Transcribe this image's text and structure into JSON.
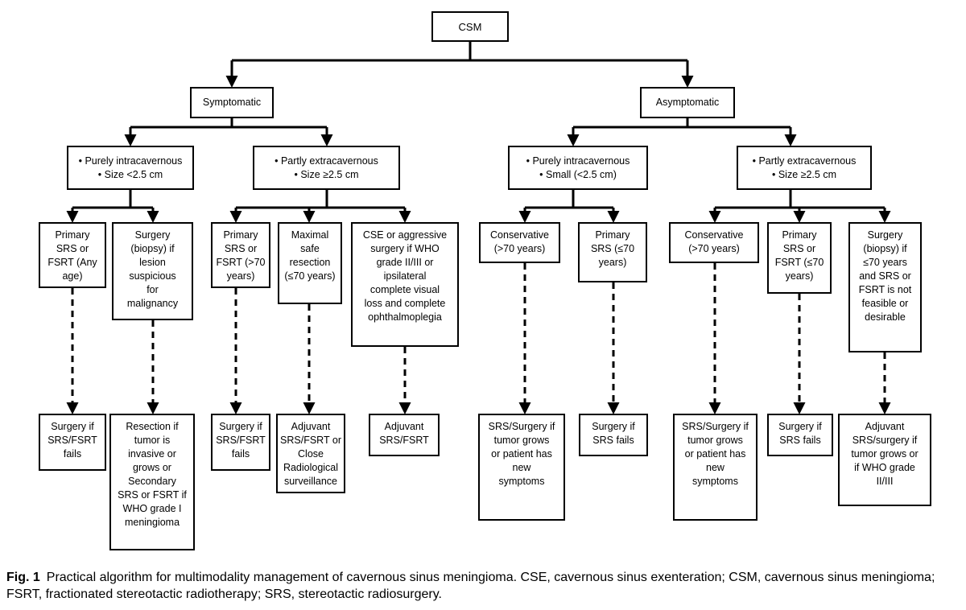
{
  "nodes": {
    "root": {
      "lines": [
        "CSM"
      ]
    },
    "symptomatic": {
      "lines": [
        "Symptomatic"
      ]
    },
    "asymptomatic": {
      "lines": [
        "Asymptomatic"
      ]
    },
    "s_intra": {
      "lines": [
        "• Purely intracavernous",
        "• Size <2.5 cm"
      ]
    },
    "s_extra": {
      "lines": [
        "• Partly extracavernous",
        "• Size ≥2.5 cm"
      ]
    },
    "a_intra": {
      "lines": [
        "• Purely intracavernous",
        "• Small (<2.5 cm)"
      ]
    },
    "a_extra": {
      "lines": [
        "• Partly extracavernous",
        "• Size ≥2.5 cm"
      ]
    },
    "t1": {
      "lines": [
        "Primary",
        "SRS or",
        "FSRT (Any",
        "age)"
      ]
    },
    "t2": {
      "lines": [
        "Surgery",
        "(biopsy) if",
        "lesion",
        "suspicious",
        "for",
        "malignancy"
      ]
    },
    "t3": {
      "lines": [
        "Primary",
        "SRS or",
        "FSRT (>70",
        "years)"
      ]
    },
    "t4": {
      "lines": [
        "Maximal",
        "safe",
        "resection",
        "(≤70 years)"
      ]
    },
    "t5": {
      "lines": [
        "CSE or aggressive",
        "surgery if WHO",
        "grade II/III or",
        "ipsilateral",
        "complete visual",
        "loss and complete",
        "ophthalmoplegia"
      ]
    },
    "t6": {
      "lines": [
        "Conservative",
        "(>70 years)"
      ]
    },
    "t7": {
      "lines": [
        "Primary",
        "SRS (≤70",
        "years)"
      ]
    },
    "t8": {
      "lines": [
        "Conservative",
        "(>70 years)"
      ]
    },
    "t9": {
      "lines": [
        "Primary",
        "SRS or",
        "FSRT (≤70",
        "years)"
      ]
    },
    "t10": {
      "lines": [
        "Surgery",
        "(biopsy) if",
        "≤70 years",
        "and SRS or",
        "FSRT is not",
        "feasible or",
        "desirable"
      ]
    },
    "o1": {
      "lines": [
        "Surgery if",
        "SRS/FSRT",
        "fails"
      ]
    },
    "o2": {
      "lines": [
        "Resection if",
        "tumor is",
        "invasive or",
        "grows or",
        "Secondary",
        "SRS or FSRT if",
        "WHO grade I",
        "meningioma"
      ]
    },
    "o3": {
      "lines": [
        "Surgery if",
        "SRS/FSRT",
        "fails"
      ]
    },
    "o4": {
      "lines": [
        "Adjuvant",
        "SRS/FSRT or",
        "Close",
        "Radiological",
        "surveillance"
      ]
    },
    "o5": {
      "lines": [
        "Adjuvant",
        "SRS/FSRT"
      ]
    },
    "o6": {
      "lines": [
        "SRS/Surgery if",
        "tumor grows",
        "or patient has",
        "new",
        "symptoms"
      ]
    },
    "o7": {
      "lines": [
        "Surgery if",
        "SRS fails"
      ]
    },
    "o8": {
      "lines": [
        "SRS/Surgery if",
        "tumor grows",
        "or patient has",
        "new",
        "symptoms"
      ]
    },
    "o9": {
      "lines": [
        "Surgery if",
        "SRS fails"
      ]
    },
    "o10": {
      "lines": [
        "Adjuvant",
        "SRS/surgery if",
        "tumor grows or",
        "if WHO grade",
        "II/III"
      ]
    }
  },
  "caption": {
    "label": "Fig. 1",
    "text": "Practical algorithm for multimodality management of cavernous sinus meningioma. CSE, cavernous sinus exenteration; CSM, cavernous sinus meningioma; FSRT, fractionated stereotactic radiotherapy; SRS, stereotactic radiosurgery."
  }
}
